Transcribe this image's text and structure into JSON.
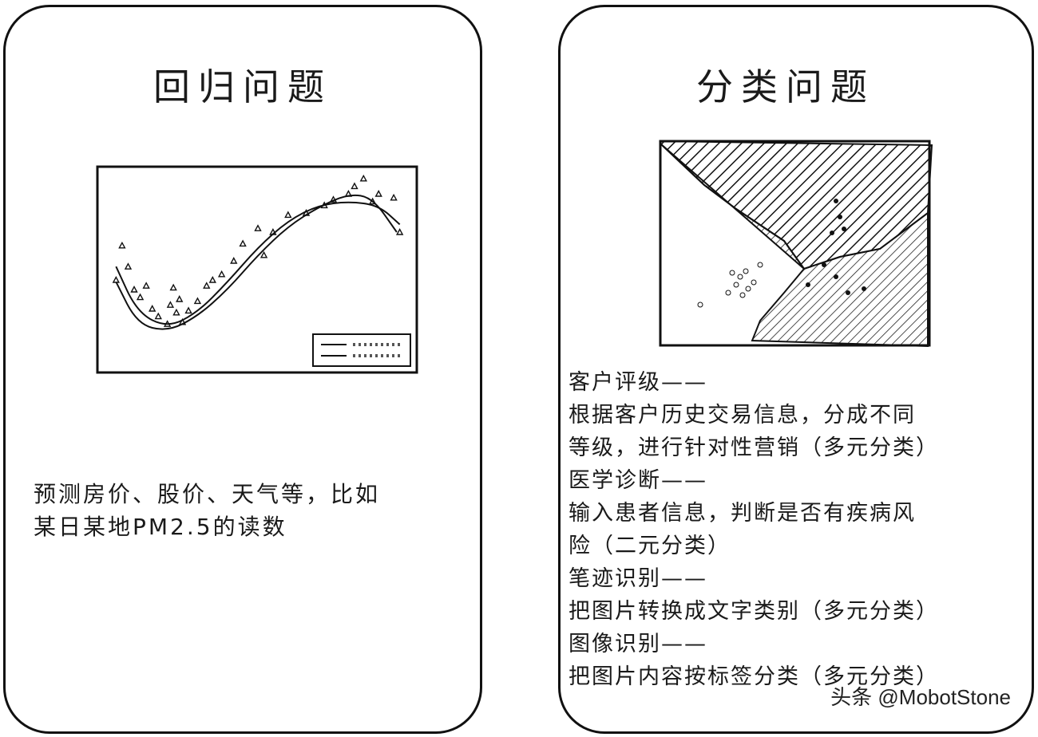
{
  "regression": {
    "title": "回归问题",
    "description_lines": [
      "预测房价、股价、天气等，比如",
      "某日某地PM2.5的读数"
    ],
    "chart_data": {
      "type": "scatter",
      "points": [
        [
          0.03,
          0.45
        ],
        [
          0.05,
          0.63
        ],
        [
          0.07,
          0.52
        ],
        [
          0.09,
          0.4
        ],
        [
          0.11,
          0.36
        ],
        [
          0.13,
          0.42
        ],
        [
          0.15,
          0.3
        ],
        [
          0.17,
          0.26
        ],
        [
          0.2,
          0.22
        ],
        [
          0.21,
          0.32
        ],
        [
          0.22,
          0.41
        ],
        [
          0.23,
          0.28
        ],
        [
          0.24,
          0.35
        ],
        [
          0.25,
          0.23
        ],
        [
          0.27,
          0.29
        ],
        [
          0.3,
          0.34
        ],
        [
          0.33,
          0.42
        ],
        [
          0.35,
          0.45
        ],
        [
          0.38,
          0.48
        ],
        [
          0.42,
          0.55
        ],
        [
          0.45,
          0.64
        ],
        [
          0.5,
          0.72
        ],
        [
          0.52,
          0.58
        ],
        [
          0.55,
          0.7
        ],
        [
          0.6,
          0.79
        ],
        [
          0.66,
          0.8
        ],
        [
          0.72,
          0.84
        ],
        [
          0.75,
          0.87
        ],
        [
          0.8,
          0.9
        ],
        [
          0.82,
          0.94
        ],
        [
          0.85,
          0.98
        ],
        [
          0.88,
          0.86
        ],
        [
          0.9,
          0.9
        ],
        [
          0.95,
          0.88
        ],
        [
          0.97,
          0.7
        ]
      ],
      "series": [
        {
          "curve": [
            [
              0.03,
              0.44
            ],
            [
              0.1,
              0.22
            ],
            [
              0.2,
              0.18
            ],
            [
              0.3,
              0.26
            ],
            [
              0.4,
              0.4
            ],
            [
              0.5,
              0.58
            ],
            [
              0.6,
              0.73
            ],
            [
              0.7,
              0.83
            ],
            [
              0.8,
              0.9
            ],
            [
              0.88,
              0.88
            ],
            [
              0.96,
              0.7
            ]
          ]
        },
        {
          "curve": [
            [
              0.03,
              0.52
            ],
            [
              0.1,
              0.28
            ],
            [
              0.2,
              0.2
            ],
            [
              0.3,
              0.28
            ],
            [
              0.4,
              0.44
            ],
            [
              0.5,
              0.62
            ],
            [
              0.6,
              0.76
            ],
            [
              0.7,
              0.84
            ],
            [
              0.8,
              0.86
            ],
            [
              0.9,
              0.84
            ],
            [
              0.97,
              0.74
            ]
          ]
        }
      ],
      "legend": "bottom-right"
    }
  },
  "classification": {
    "title": "分类问题",
    "lines": [
      "客户评级——",
      "根据客户历史交易信息，分成不同",
      "等级，进行针对性营销（多元分类）",
      "医学诊断——",
      "输入患者信息，判断是否有疾病风",
      "险（二元分类）",
      "笔迹识别——",
      "把图片转换成文字类别（多元分类）",
      "图像识别——",
      "把图片内容按标签分类（多元分类）"
    ]
  },
  "watermark": "头条 @MobotStone"
}
